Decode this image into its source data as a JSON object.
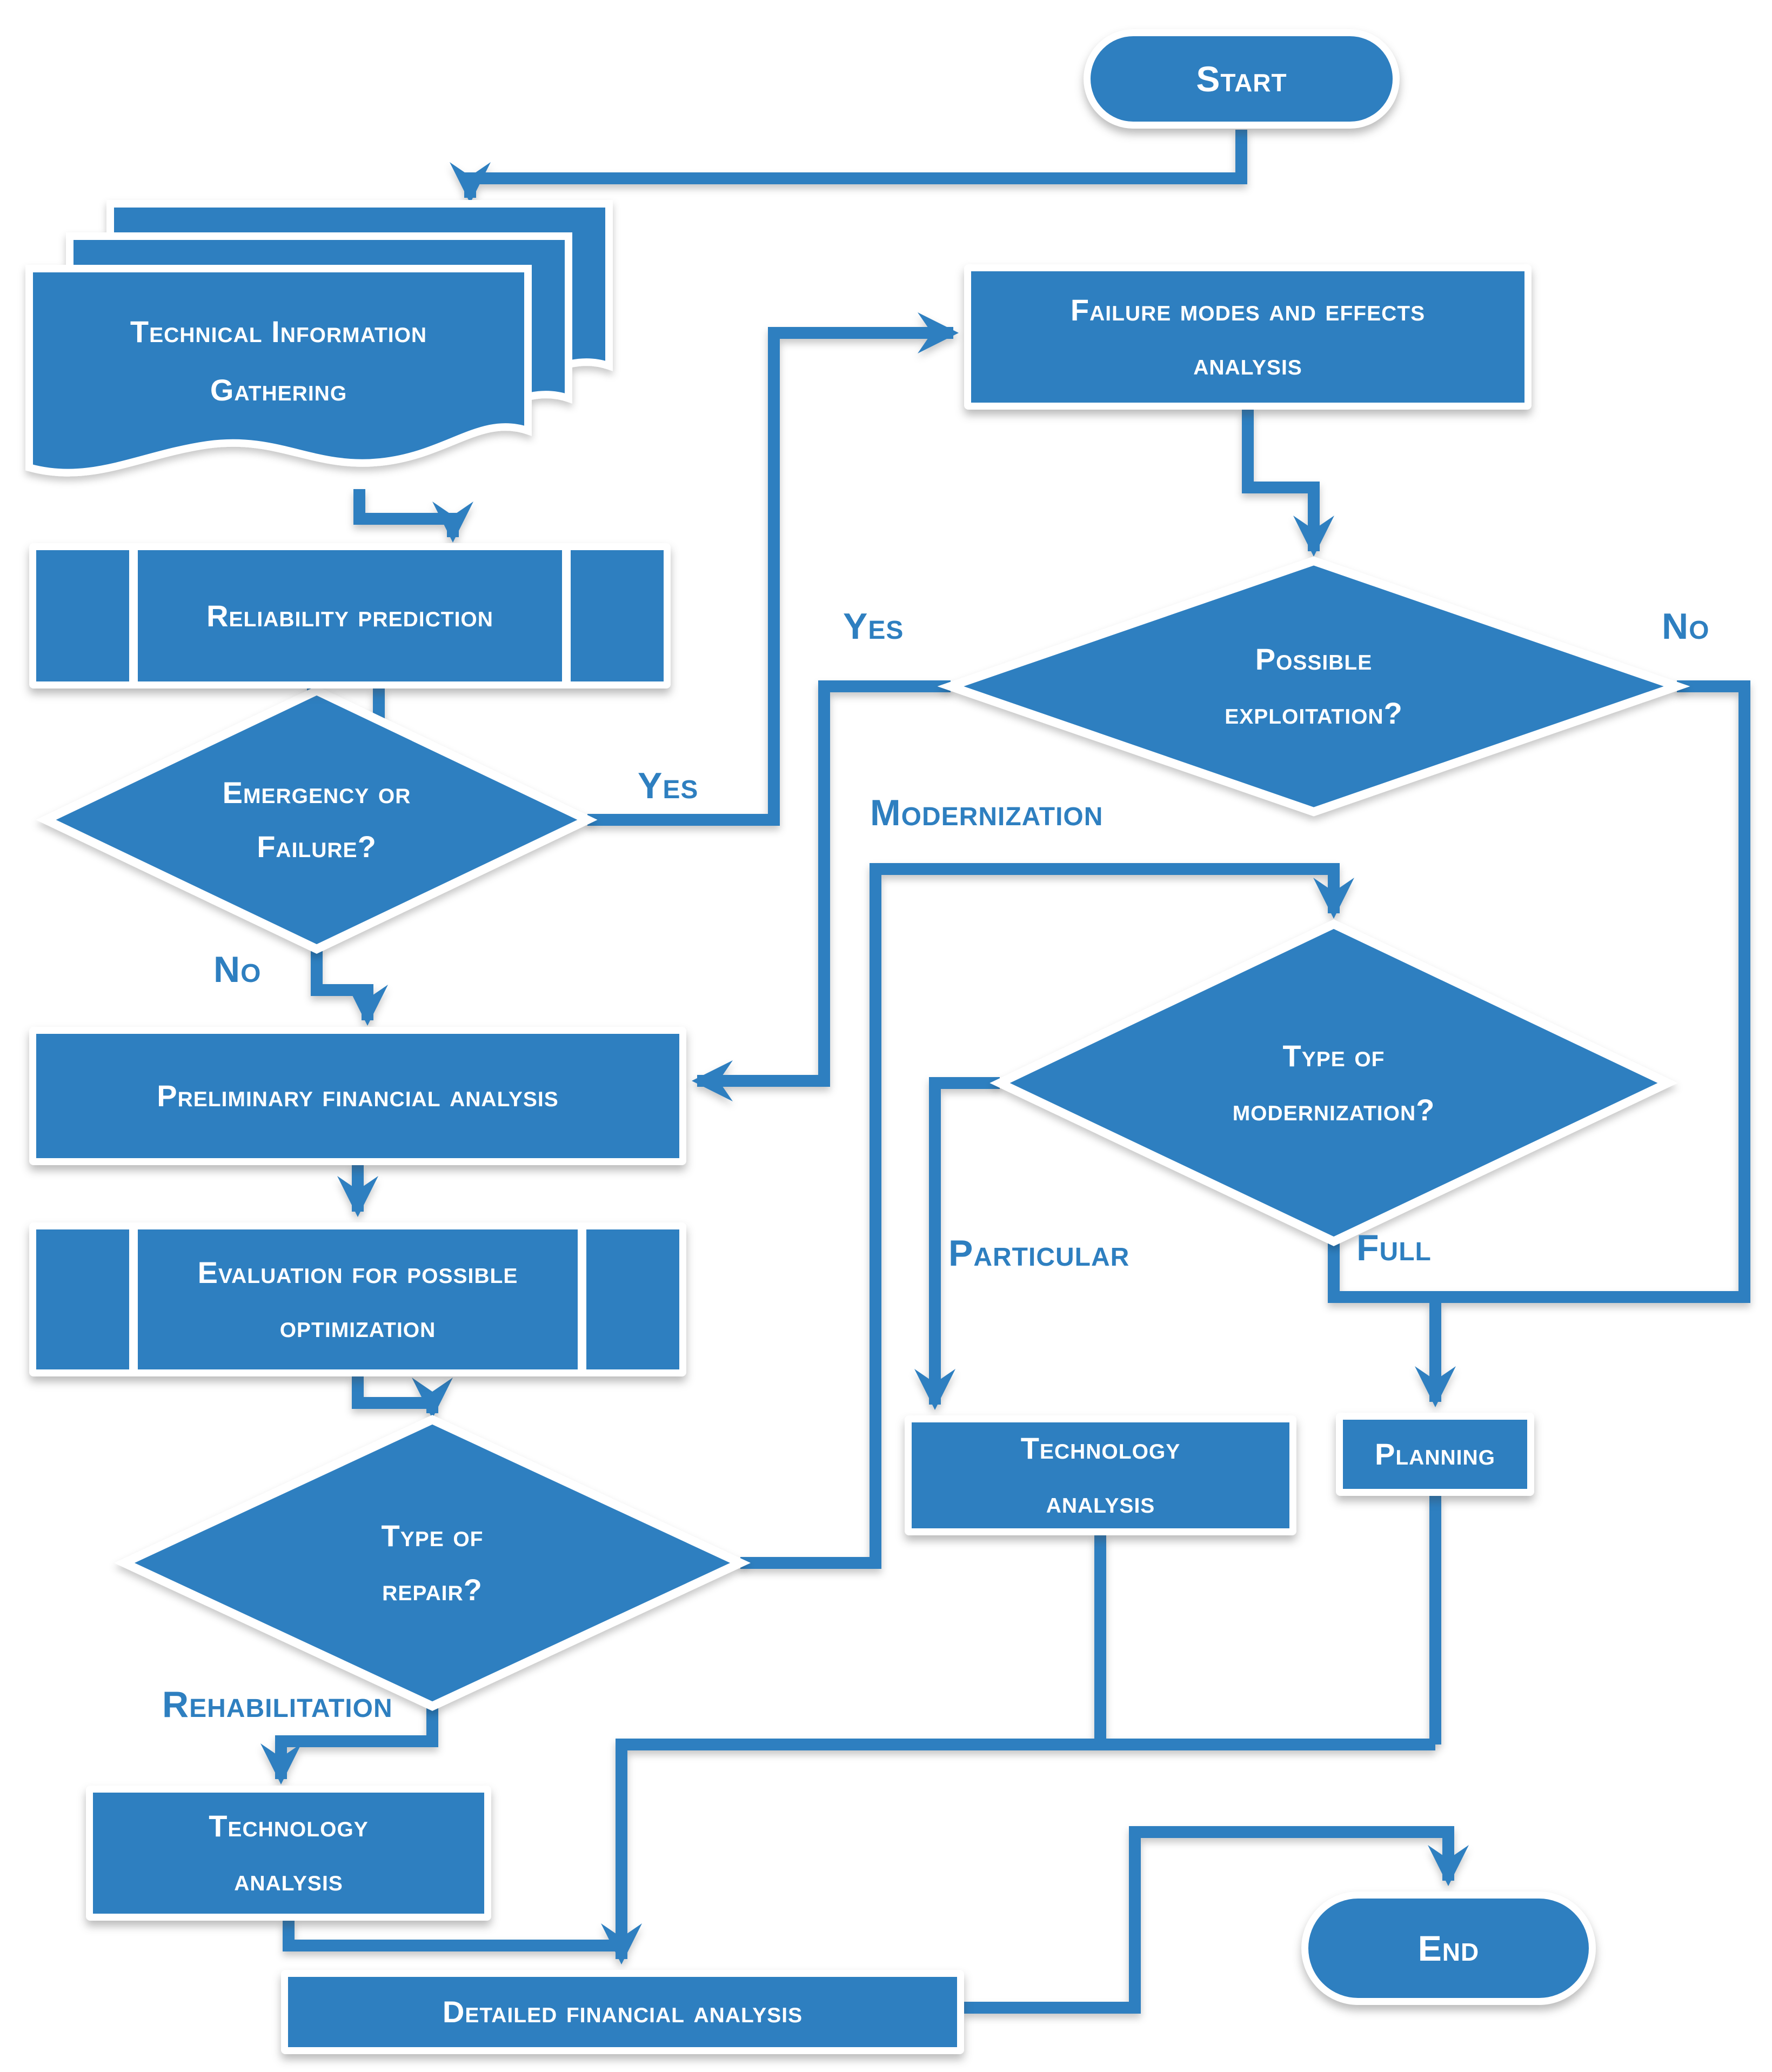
{
  "colors": {
    "primary_blue": "#2E7FC0",
    "line_blue": "#2E7FC0",
    "shape_text": "#FFFFFF",
    "label_text": "#2E7FC0"
  },
  "nodes": {
    "start": {
      "label": "Start"
    },
    "document": {
      "line1": "Technical Information",
      "line2": "Gathering"
    },
    "reliability": {
      "label": "Reliability prediction"
    },
    "emergency": {
      "line1": "Emergency or",
      "line2": "Failure?"
    },
    "fmea": {
      "line1": "Failure modes and effects",
      "line2": "analysis"
    },
    "exploitation": {
      "line1": "Possible",
      "line2": "exploitation?"
    },
    "preliminary": {
      "label": "Preliminary financial analysis"
    },
    "evaluation": {
      "line1": "Evaluation for possible",
      "line2": "optimization"
    },
    "type_of_repair": {
      "line1": "Type of",
      "line2": "repair?"
    },
    "type_of_modernization": {
      "line1": "Type of",
      "line2": "modernization?"
    },
    "technology_analysis_right": {
      "line1": "Technology",
      "line2": "analysis"
    },
    "planning": {
      "label": "Planning"
    },
    "technology_analysis_left": {
      "line1": "Technology",
      "line2": "analysis"
    },
    "detailed_financial": {
      "label": "Detailed financial analysis"
    },
    "end": {
      "label": "End"
    }
  },
  "edge_labels": {
    "emergency_yes": "Yes",
    "emergency_no": "No",
    "exploitation_yes": "Yes",
    "exploitation_no": "No",
    "modernization": "Modernization",
    "particular": "Particular",
    "full": "Full",
    "rehabilitation": "Rehabilitation"
  }
}
